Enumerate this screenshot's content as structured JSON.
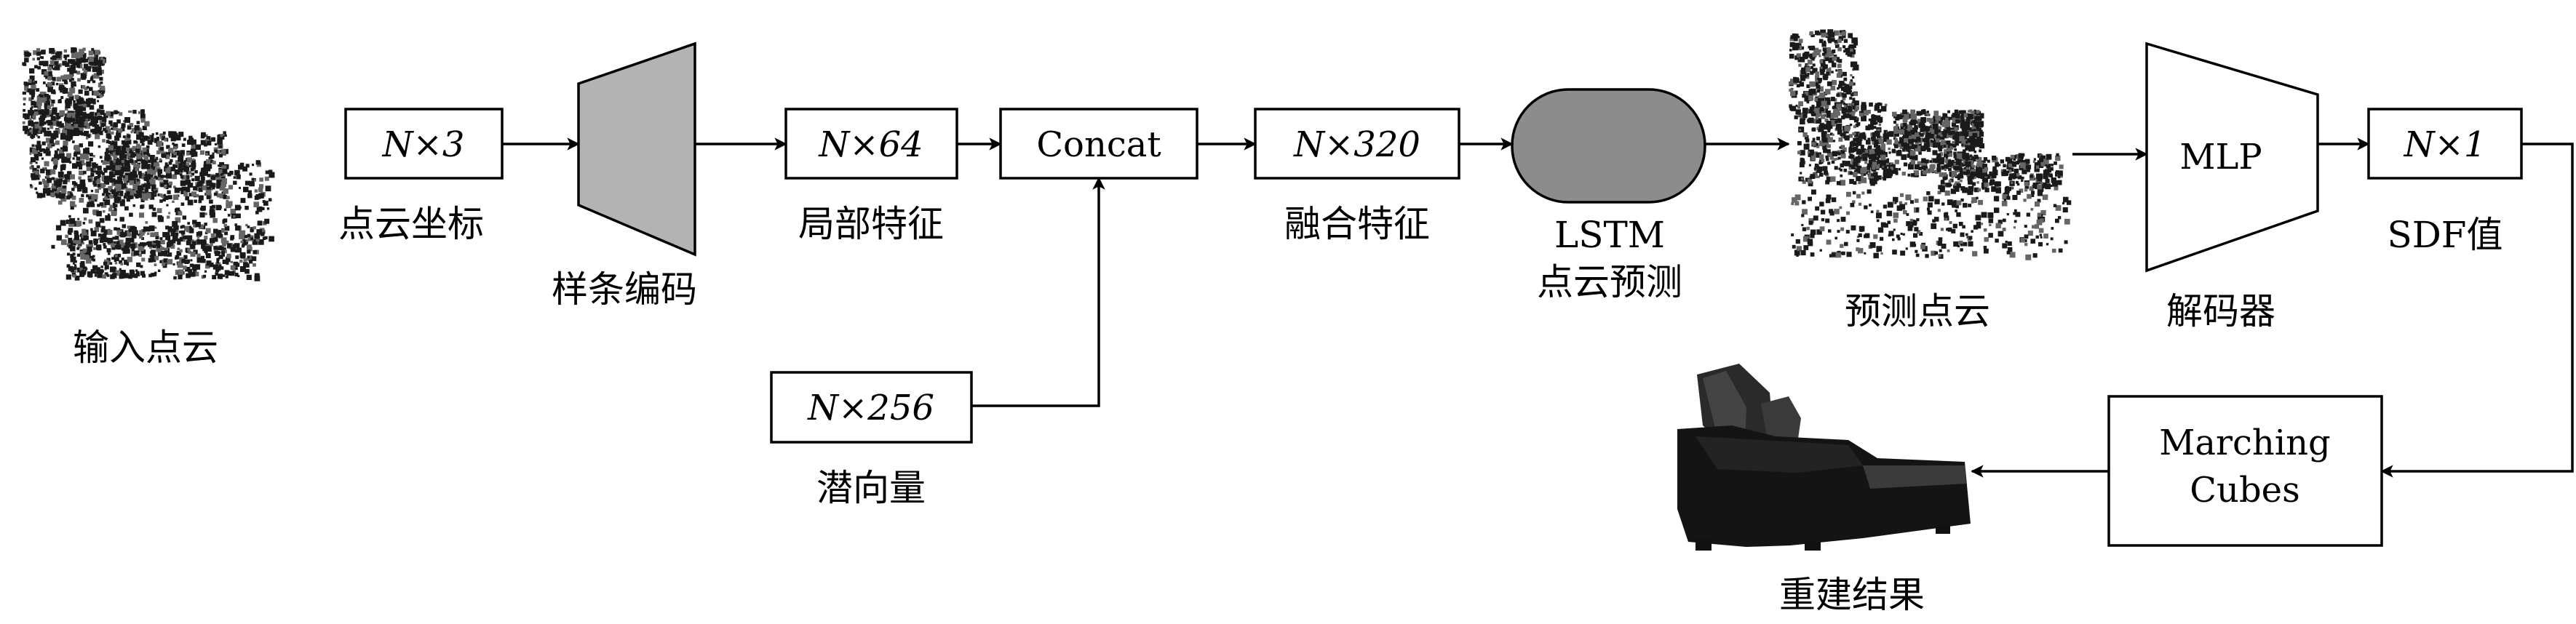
{
  "nodes": {
    "input_cloud_label": "输入点云",
    "coords_box": "N×3",
    "coords_label": "点云坐标",
    "spline_encoder_label": "样条编码",
    "local_feat_box": "N×64",
    "local_feat_label": "局部特征",
    "concat_box": "Concat",
    "latent_box": "N×256",
    "latent_label": "潜向量",
    "fused_feat_box": "N×320",
    "fused_feat_label": "融合特征",
    "lstm_label_line1": "LSTM",
    "lstm_label_line2": "点云预测",
    "pred_cloud_label": "预测点云",
    "mlp_box": "MLP",
    "decoder_label": "解码器",
    "sdf_box": "N×1",
    "sdf_label": "SDF值",
    "mc_line1": "Marching",
    "mc_line2": "Cubes",
    "result_label": "重建结果"
  },
  "colors": {
    "stroke": "#000000",
    "encoder_fill": "#b3b3b3",
    "lstm_fill": "#8c8c8c",
    "cloud_dark": "#1a1a1a",
    "cloud_mid": "#666666",
    "sofa_fill": "#141414"
  }
}
